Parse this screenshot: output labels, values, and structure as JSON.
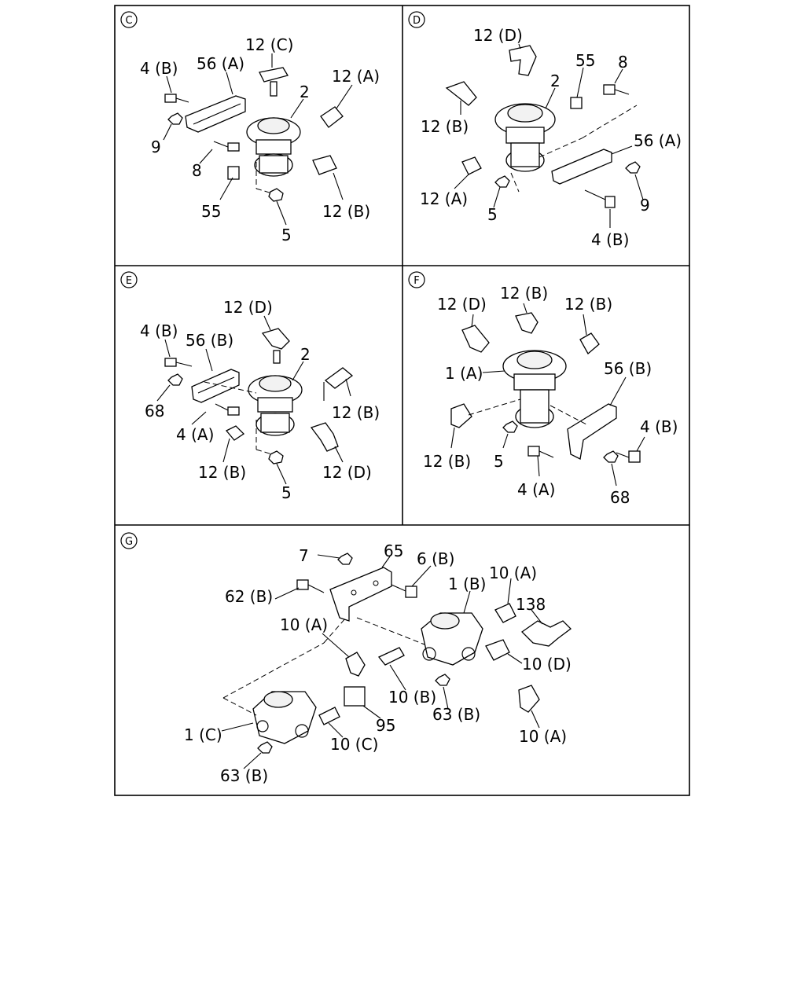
{
  "panels": [
    {
      "id": "C",
      "labels": [
        "4 (B)",
        "56 (A)",
        "12 (C)",
        "12 (A)",
        "2",
        "9",
        "8",
        "55",
        "12 (B)",
        "5"
      ]
    },
    {
      "id": "D",
      "labels": [
        "12 (D)",
        "55",
        "8",
        "2",
        "12 (B)",
        "56 (A)",
        "12 (A)",
        "5",
        "9",
        "4 (B)"
      ]
    },
    {
      "id": "E",
      "labels": [
        "12 (D)",
        "4 (B)",
        "56 (B)",
        "2",
        "12 (B)",
        "68",
        "4 (A)",
        "12 (B)",
        "12 (D)",
        "5"
      ]
    },
    {
      "id": "F",
      "labels": [
        "12 (D)",
        "12 (B)",
        "12 (B)",
        "1 (A)",
        "56 (B)",
        "4 (B)",
        "12 (B)",
        "5",
        "4 (A)",
        "68"
      ]
    },
    {
      "id": "G",
      "labels": [
        "7",
        "65",
        "6 (B)",
        "1 (B)",
        "10 (A)",
        "138",
        "62 (B)",
        "10 (A)",
        "10 (D)",
        "10 (B)",
        "63 (B)",
        "95",
        "1 (C)",
        "10 (C)",
        "10 (A)",
        "63 (B)"
      ]
    }
  ]
}
